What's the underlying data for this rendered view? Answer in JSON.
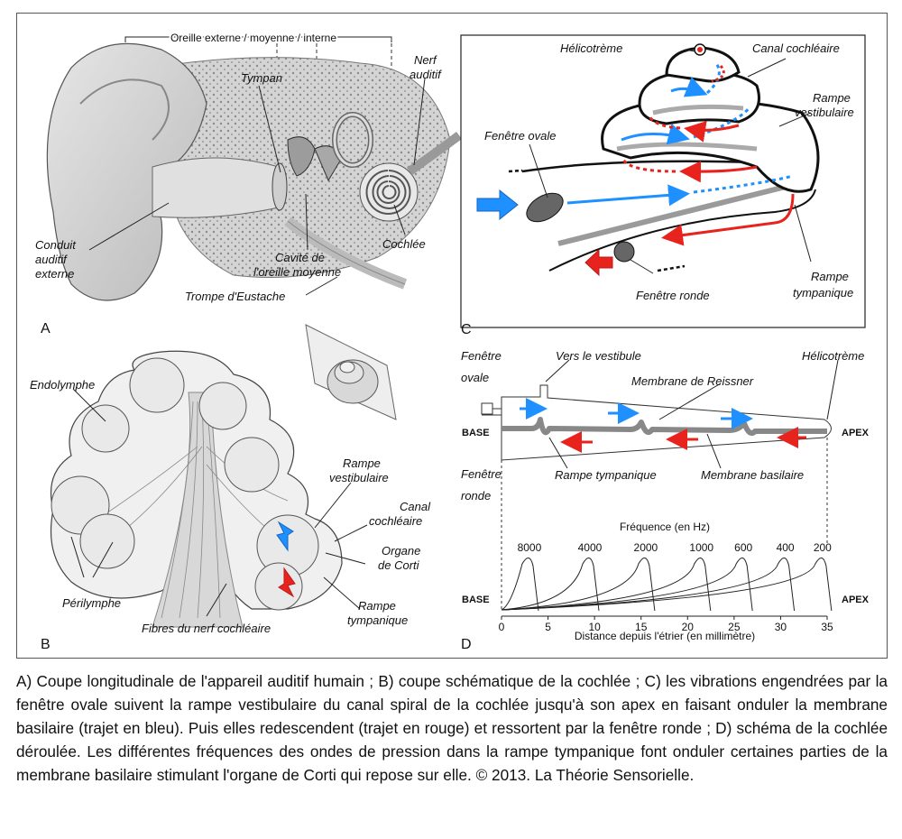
{
  "panelA": {
    "letter": "A",
    "header": "Oreille externe / moyenne / interne",
    "tympan": "Tympan",
    "nerf1": "Nerf",
    "nerf2": "auditif",
    "conduit1": "Conduit",
    "conduit2": "auditif",
    "conduit3": "externe",
    "cavite1": "Cavité de",
    "cavite2": "l'oreille moyenne",
    "cochlee": "Cochlée",
    "trompe": "Trompe d'Eustache"
  },
  "panelB": {
    "letter": "B",
    "endolymphe": "Endolymphe",
    "perilymphe": "Périlymphe",
    "fibres": "Fibres du nerf cochléaire",
    "rv1": "Rampe",
    "rv2": "vestibulaire",
    "cc1": "Canal",
    "cc2": "cochléaire",
    "oc1": "Organe",
    "oc2": "de Corti",
    "rt1": "Rampe",
    "rt2": "tympanique"
  },
  "panelC": {
    "letter": "C",
    "helicotreme": "Hélicotrème",
    "canal": "Canal cochléaire",
    "rv1": "Rampe",
    "rv2": "vestibulaire",
    "ovale": "Fenêtre ovale",
    "ronde": "Fenêtre ronde",
    "rt1": "Rampe",
    "rt2": "tympanique"
  },
  "panelD": {
    "letter": "D",
    "fo1": "Fenêtre",
    "fo2": "ovale",
    "vestibule": "Vers le vestibule",
    "helicotreme": "Hélicotrème",
    "reissner": "Membrane de Reissner",
    "base": "BASE",
    "apex": "APEX",
    "fr1": "Fenêtre",
    "fr2": "ronde",
    "rampe_tymp": "Rampe tympanique",
    "basilaire": "Membrane basilaire"
  },
  "chart_data": {
    "type": "line",
    "title": "Fréquence (en Hz)",
    "xlabel": "Distance depuis l'étrier (en millimètre)",
    "x_ticks": [
      0,
      5,
      10,
      15,
      20,
      25,
      30,
      35
    ],
    "xlim": [
      0,
      35
    ],
    "left_label": "BASE",
    "right_label": "APEX",
    "series": [
      {
        "name": "8000",
        "peak_mm": 3
      },
      {
        "name": "4000",
        "peak_mm": 9.5
      },
      {
        "name": "2000",
        "peak_mm": 15.5
      },
      {
        "name": "1000",
        "peak_mm": 21.5
      },
      {
        "name": "600",
        "peak_mm": 26
      },
      {
        "name": "400",
        "peak_mm": 30.5
      },
      {
        "name": "200",
        "peak_mm": 34.5
      }
    ]
  },
  "colors": {
    "blue": "#1e90ff",
    "red": "#e8231e",
    "membrane": "#888888"
  },
  "caption": "A) Coupe longitudinale de l'appareil auditif humain ; B) coupe schématique de la cochlée ; C) les vibrations engendrées par la fenêtre ovale suivent la rampe vestibulaire du canal spiral de la cochlée jusqu'à son apex en faisant onduler la membrane basilaire (trajet en bleu). Puis elles redescendent (trajet en rouge) et ressortent par la fenêtre ronde ; D) schéma de la cochlée déroulée. Les différentes fréquences des ondes de pression dans la rampe tympanique font onduler certaines parties de la membrane basilaire stimulant l'organe de Corti qui repose sur elle. © 2013. La Théorie Sensorielle."
}
